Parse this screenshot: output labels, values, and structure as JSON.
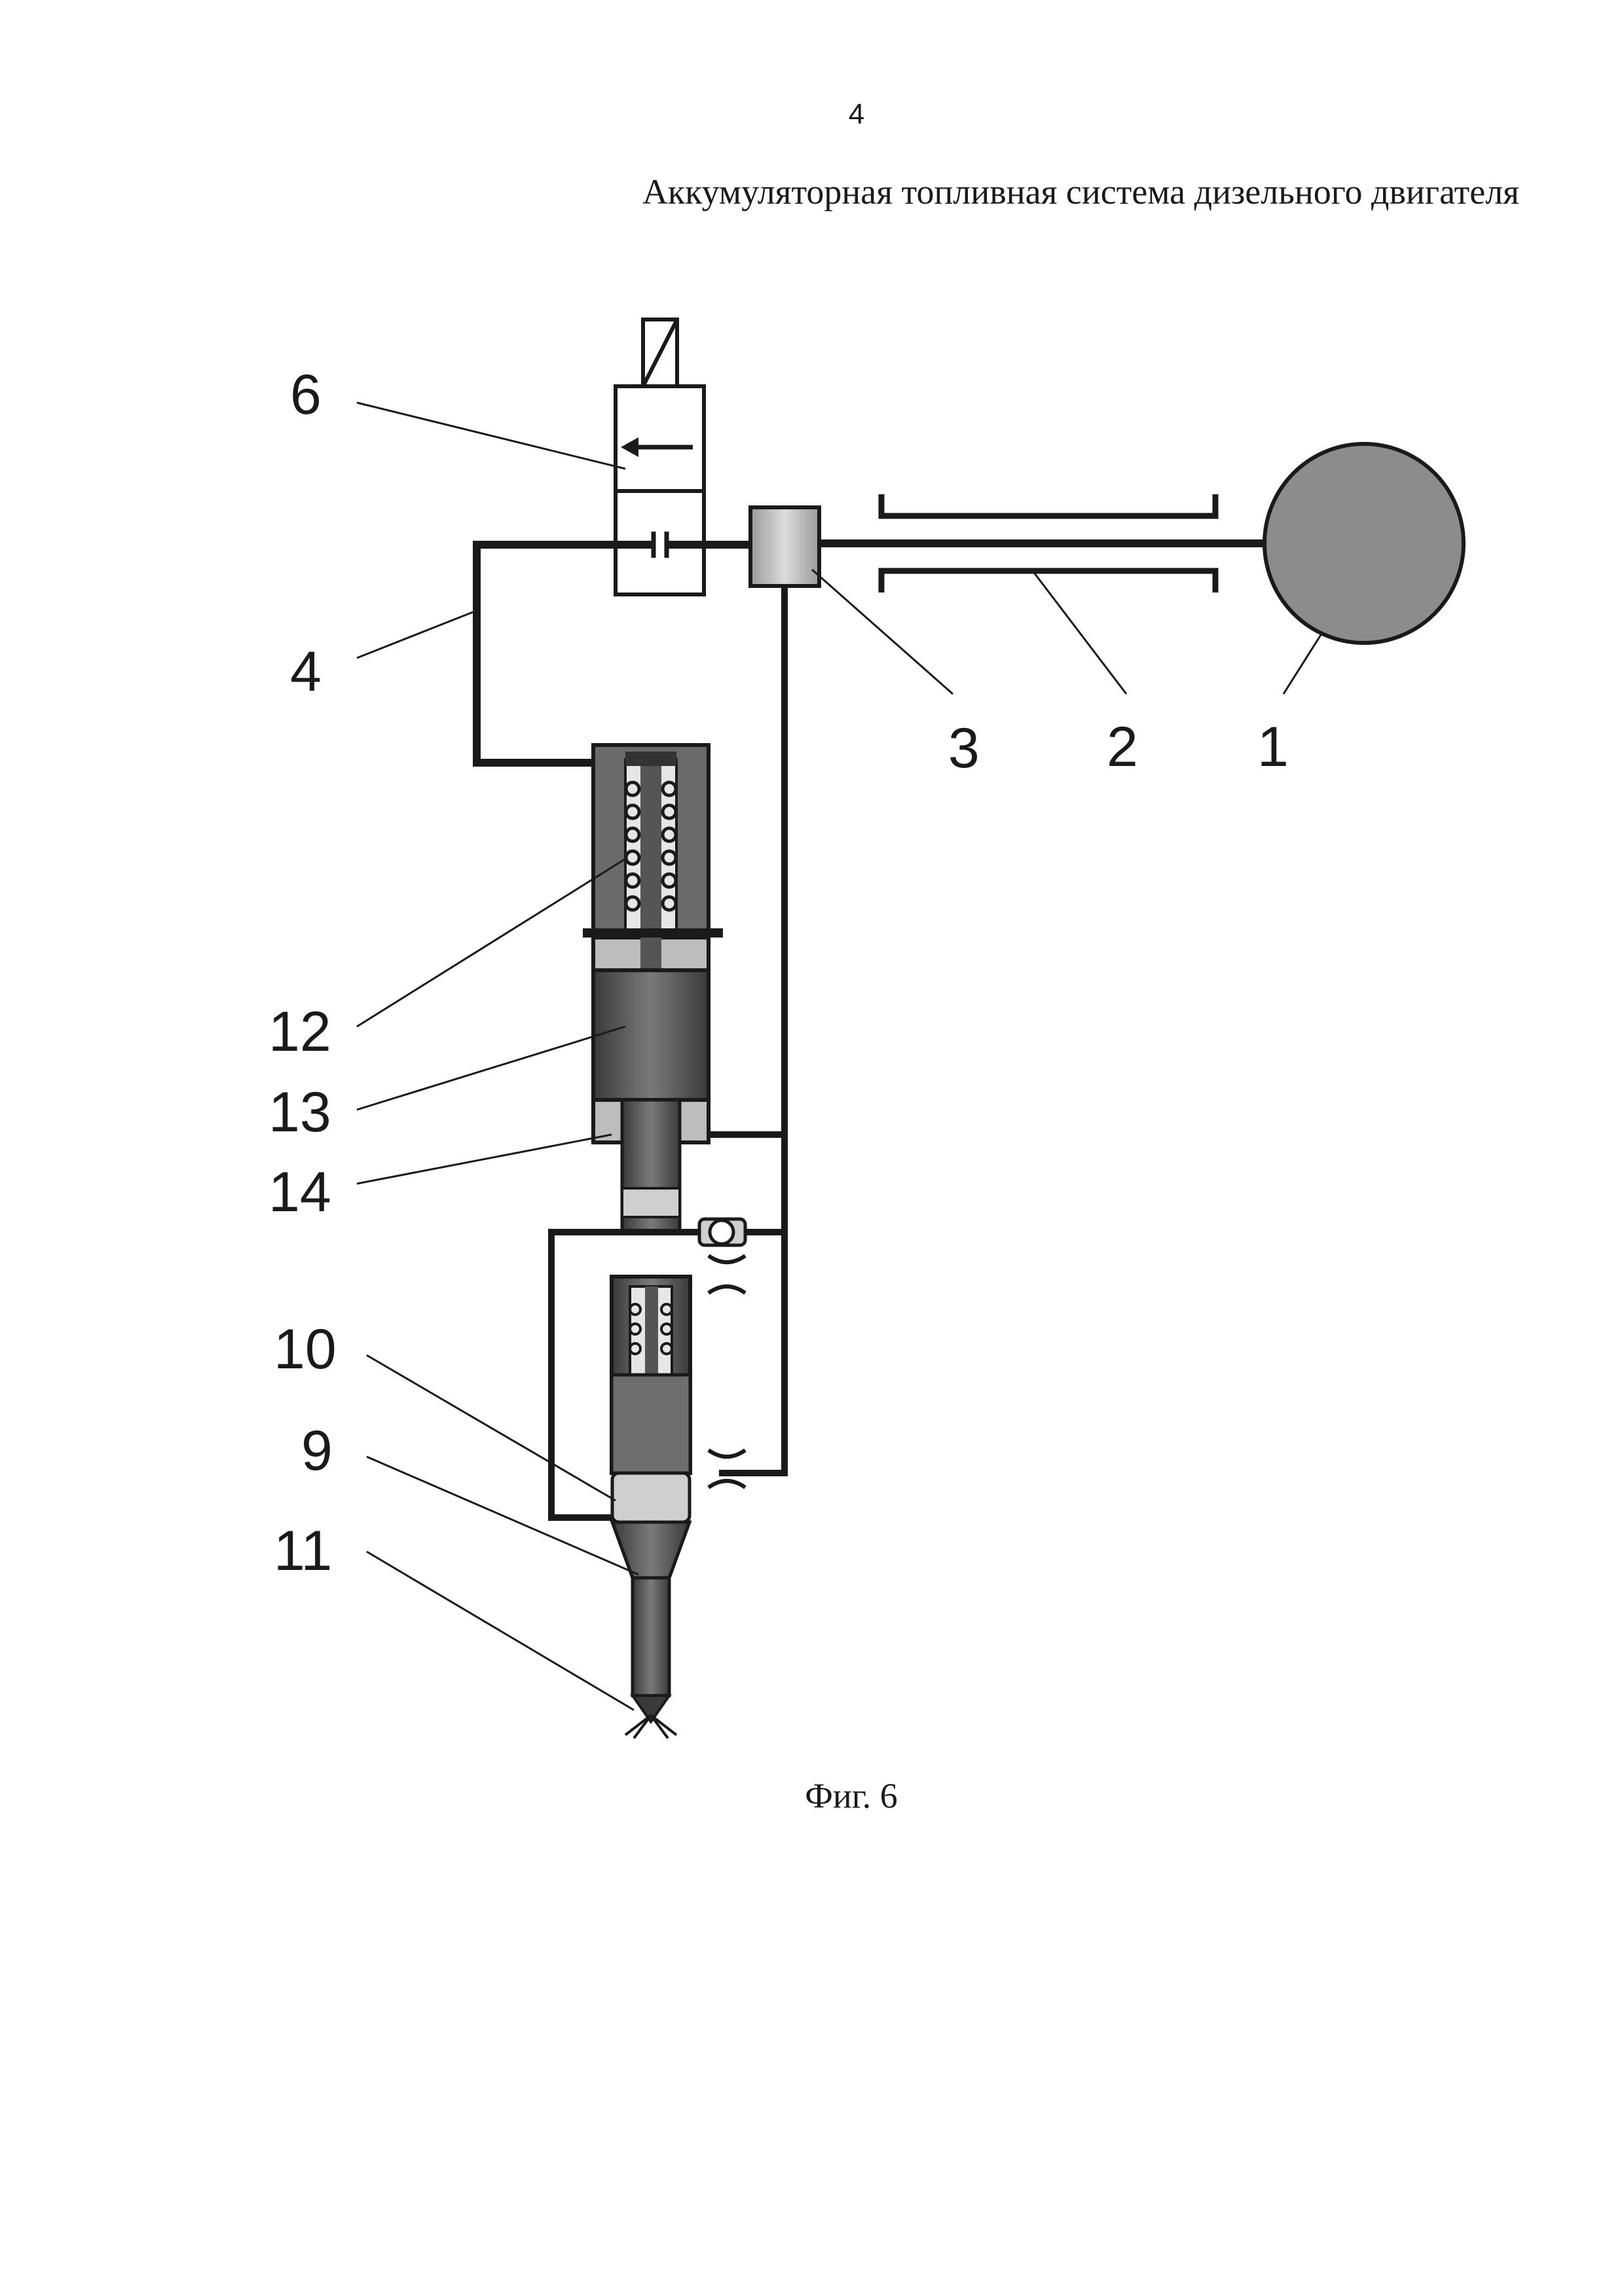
{
  "page": {
    "number": "4",
    "title": "Аккумуляторная топливная система дизельного двигателя",
    "caption": "Фиг. 6"
  },
  "labels": {
    "l1": "1",
    "l2": "2",
    "l3": "3",
    "l4": "4",
    "l6": "6",
    "l9": "9",
    "l10": "10",
    "l11": "11",
    "l12": "12",
    "l13": "13",
    "l14": "14"
  },
  "colors": {
    "line": "#1a1a1a",
    "pump_fill": "#8c8c8c",
    "body_fill": "#555555",
    "light_fill": "#cfcfcf",
    "mid_fill": "#7a7a7a"
  }
}
